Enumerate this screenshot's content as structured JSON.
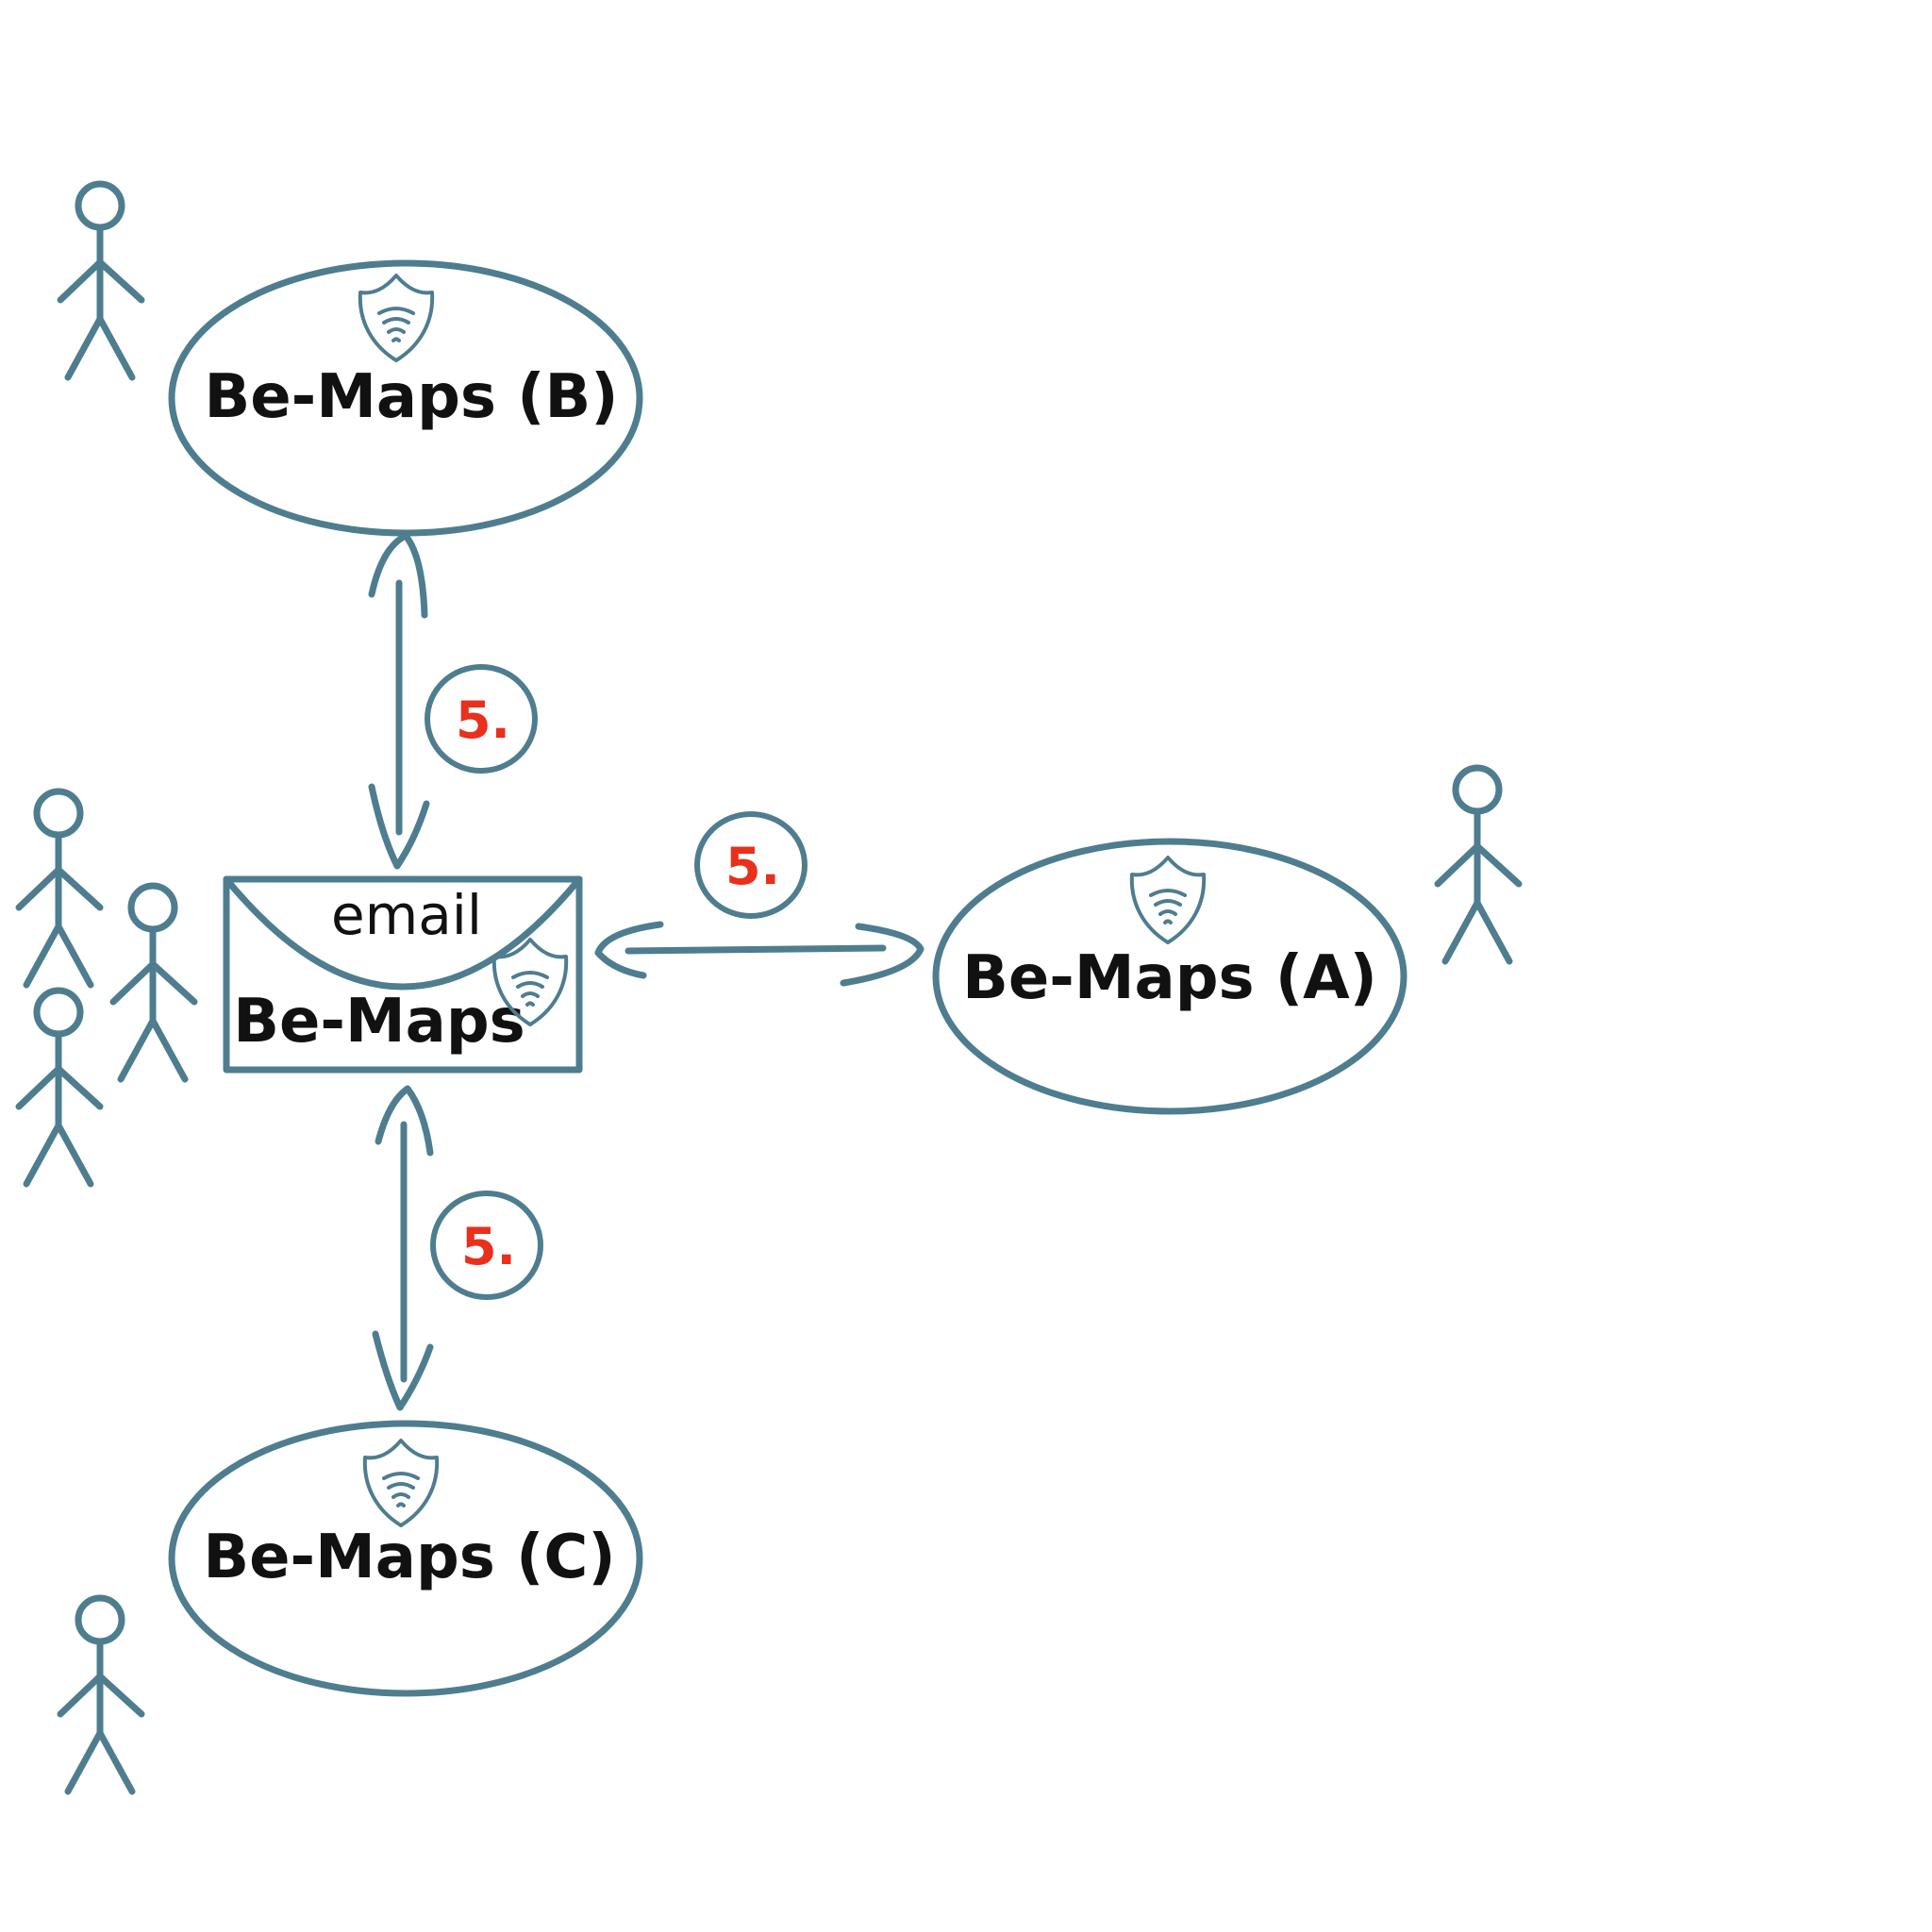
{
  "colors": {
    "stroke": "#4e7d8f",
    "step_label": "#e8301c",
    "text": "#111111",
    "background": "#ffffff"
  },
  "nodes": {
    "b": {
      "label": "Be-Maps (B)",
      "icon": "shield-wifi-icon"
    },
    "a": {
      "label": "Be-Maps (A)",
      "icon": "shield-wifi-icon"
    },
    "c": {
      "label": "Be-Maps (C)",
      "icon": "shield-wifi-icon"
    },
    "email": {
      "top_label": "email",
      "label": "Be-Maps",
      "icon": "shield-wifi-icon"
    }
  },
  "steps": {
    "top": "5.",
    "right": "5.",
    "bottom": "5."
  },
  "icons": {
    "actor": "stick-figure-icon",
    "shield": "shield-wifi-icon",
    "arrow": "bidirectional-arrow-icon"
  }
}
